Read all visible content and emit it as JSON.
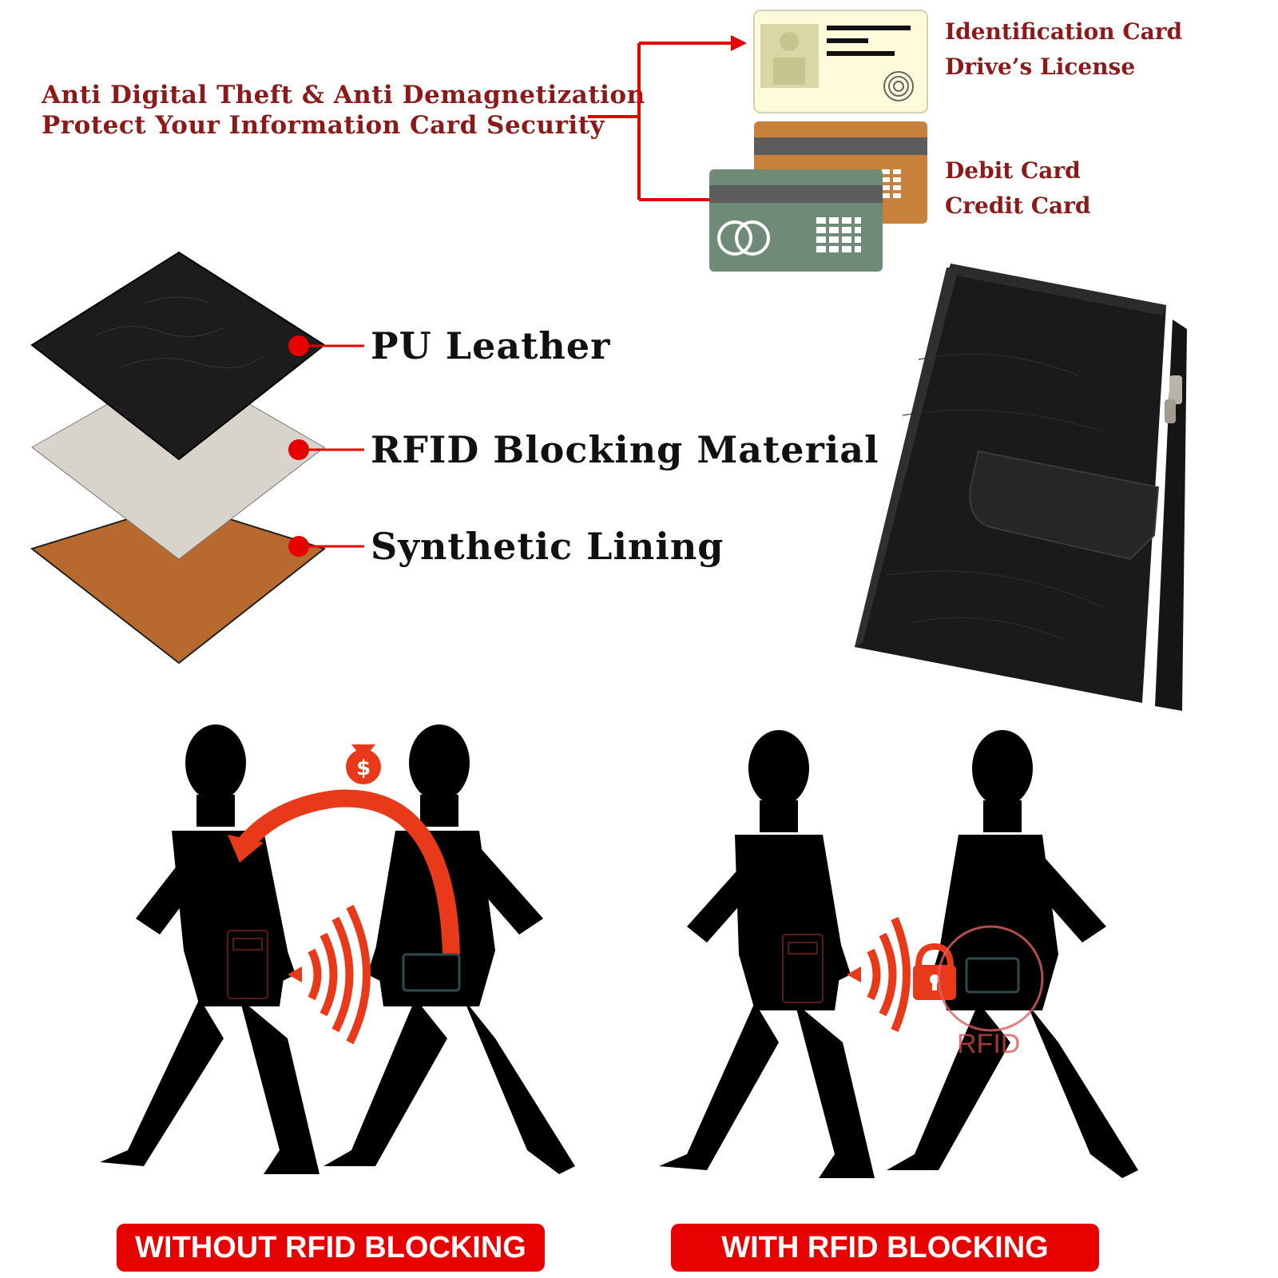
{
  "headline": {
    "line1": "Anti Digital Theft & Anti Demagnetization",
    "line2": "Protect Your Information Card Security"
  },
  "card_labels": {
    "id_line1": "Identification Card",
    "id_line2": "Drive’s License",
    "bank_line1": "Debit Card",
    "bank_line2": "Credit Card"
  },
  "layers": {
    "top": "PU Leather",
    "middle": "RFID Blocking Material",
    "bottom": "Synthetic Lining"
  },
  "scenes": {
    "left_banner": "WITHOUT RFID BLOCKING",
    "right_banner": "WITH RFID BLOCKING",
    "rfid_mark": "RFID"
  },
  "icons": {
    "money_bag": "money-bag-icon",
    "lock": "lock-icon",
    "signal": "signal-waves-icon"
  },
  "colors": {
    "accent_red": "#e60000",
    "label_dark_red": "#8b1a1a",
    "silhouette": "#000000"
  }
}
